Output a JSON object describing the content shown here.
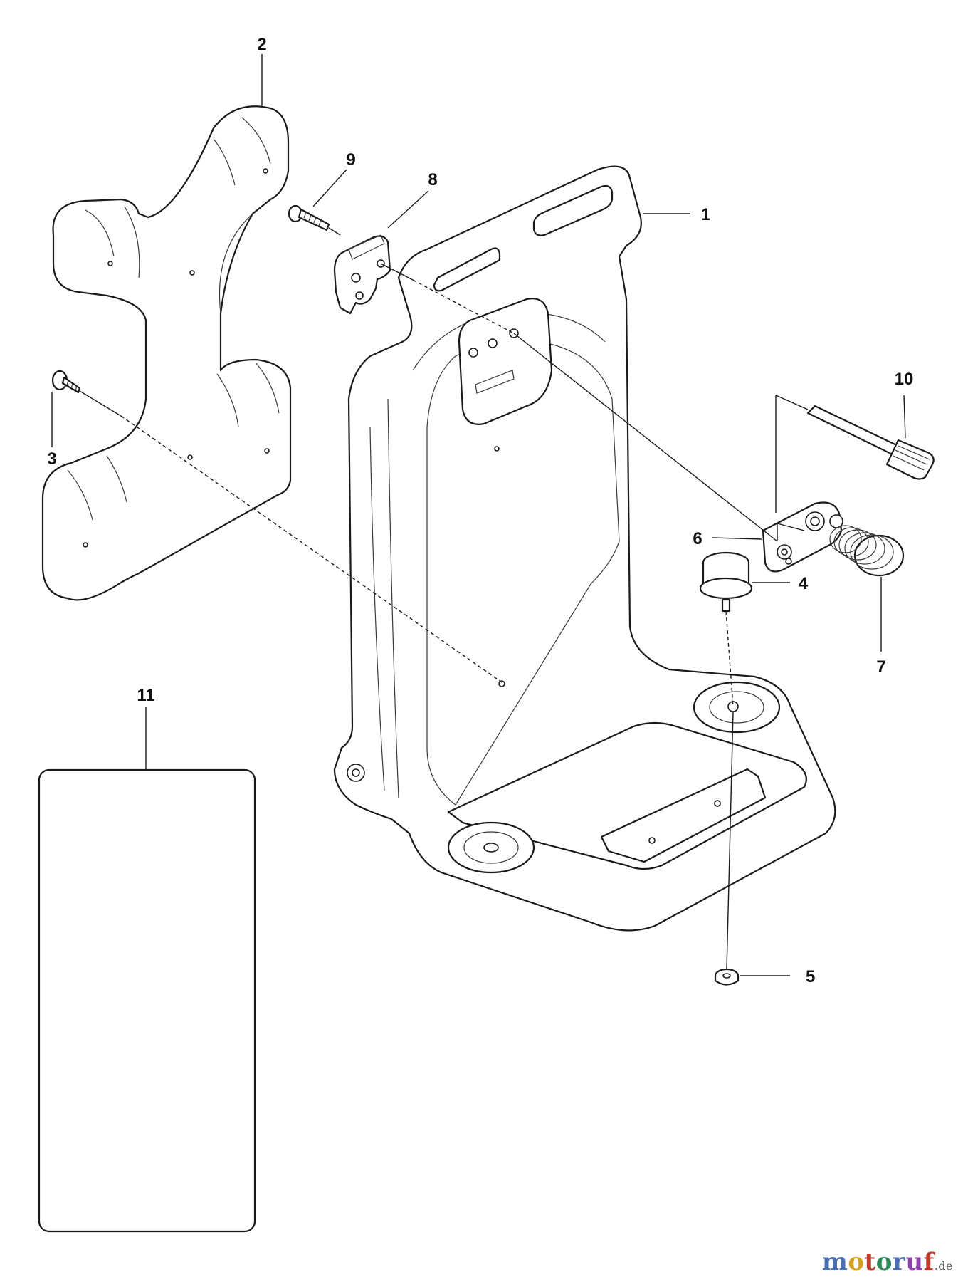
{
  "callouts": {
    "c1": "1",
    "c2": "2",
    "c3": "3",
    "c4": "4",
    "c5": "5",
    "c6": "6",
    "c7": "7",
    "c8": "8",
    "c9": "9",
    "c10": "10",
    "c11": "11"
  },
  "watermark": {
    "letters": [
      "m",
      "o",
      "t",
      "o",
      "r",
      "u",
      "f"
    ],
    "letter_colors": [
      "#4a6fb5",
      "#d9a020",
      "#c0392b",
      "#2e8b57",
      "#4a6fb5",
      "#8e44ad",
      "#c0392b"
    ],
    "tld": ".de"
  }
}
